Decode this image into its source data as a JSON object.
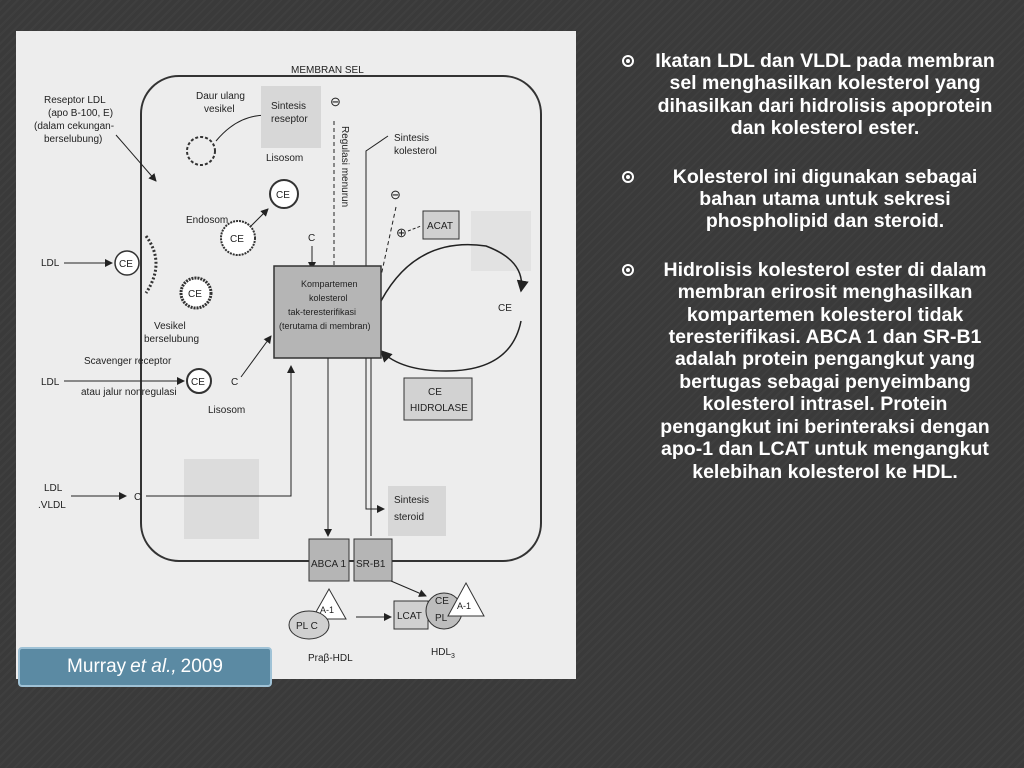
{
  "diagram": {
    "membrane_title": "MEMBRAN SEL",
    "receptor_ldl": [
      "Reseptor LDL",
      "(apo B-100, E)",
      "(dalam cekungan-",
      "berselubung)"
    ],
    "daur_ulang": [
      "Daur ulang",
      "vesikel"
    ],
    "sintesis_reseptor": [
      "Sintesis",
      "reseptor"
    ],
    "regulasi": "Regulasi menurun",
    "sintesis_kolesterol": [
      "Sintesis",
      "kolesterol"
    ],
    "lisosom": "Lisosom",
    "lisosom2": "Lisosom",
    "endosom": "Endosom",
    "acat": "ACAT",
    "ce": "CE",
    "c": "C",
    "ldl": "LDL",
    "ldl_vldl": [
      "LDL",
      ".VLDL"
    ],
    "vesikel": [
      "Vesikel",
      "berselubung"
    ],
    "scavenger": [
      "Scavenger receptor",
      "atau jalur nonregulasi"
    ],
    "kompartemen": [
      "Kompartemen",
      "kolesterol",
      "tak-teresterifikasi",
      "(terutama di membran)"
    ],
    "ce_hidrolase": [
      "CE",
      "HIDROLASE"
    ],
    "sintesis_steroid": [
      "Sintesis",
      "steroid"
    ],
    "abca1": "ABCA 1",
    "srb1": "SR-B1",
    "a1": "A-1",
    "plc": "PL C",
    "lcat": "LCAT",
    "ce_pl": [
      "CE",
      "PL"
    ],
    "pre_hdl": "Praβ-HDL",
    "hdl3": "HDL",
    "hdl3_sub": "3",
    "minus": "⊖",
    "plus": "⊕"
  },
  "citation": {
    "author": "Murray",
    "etal": "et al.,",
    "year": "2009"
  },
  "bullets": [
    "Ikatan LDL dan VLDL pada membran sel menghasilkan kolesterol yang dihasilkan dari hidrolisis apoprotein dan kolesterol ester.",
    "Kolesterol ini digunakan sebagai bahan utama untuk sekresi phospholipid dan steroid.",
    "Hidrolisis kolesterol ester di dalam membran erirosit menghasilkan kompartemen kolesterol tidak teresterifikasi. ABCA 1 dan SR-B1 adalah protein pengangkut yang bertugas sebagai penyeimbang kolesterol intrasel. Protein pengangkut ini berinteraksi dengan apo-1 dan LCAT untuk mengangkut kelebihan kolesterol ke HDL."
  ]
}
